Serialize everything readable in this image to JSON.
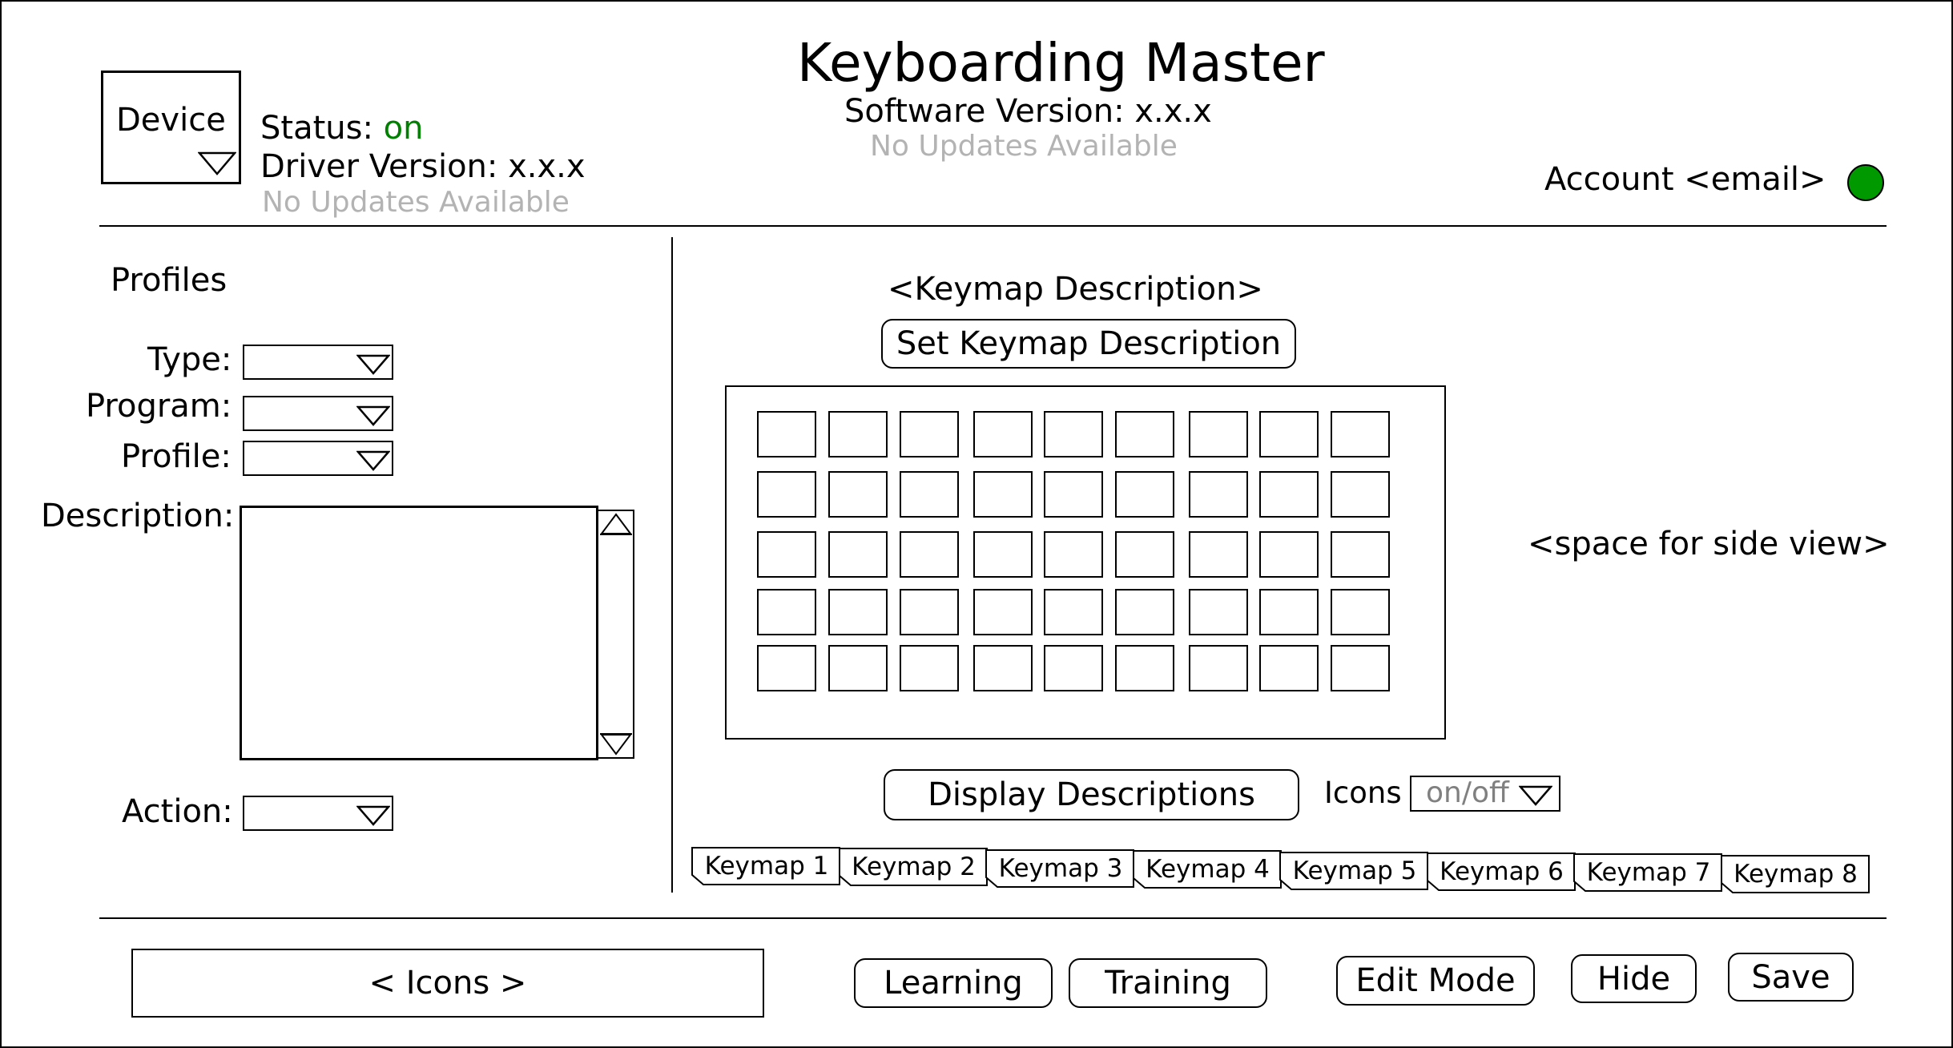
{
  "header": {
    "app_title": "Keyboarding Master",
    "software_version": "Software Version: x.x.x",
    "software_update_status": "No Updates Available",
    "device_label": "Device",
    "status_prefix": "Status: ",
    "status_value": "on",
    "status_color": "#008000",
    "driver_version": "Driver Version: x.x.x",
    "driver_update_status": "No Updates Available",
    "account_label": "Account <email>",
    "account_indicator_color": "#009900"
  },
  "profiles_panel": {
    "title": "Profiles",
    "type_label": "Type:",
    "program_label": "Program:",
    "profile_label": "Profile:",
    "description_label": "Description:",
    "action_label": "Action:",
    "icons": {
      "dropdown": "chevron-down-triangle-icon",
      "scroll_up": "scroll-up-arrow-icon",
      "scroll_down": "scroll-down-arrow-icon"
    }
  },
  "keymap_panel": {
    "description": "<Keymap Description>",
    "set_description_button": "Set Keymap Description",
    "side_view_placeholder": "<space for side view>",
    "display_descriptions_button": "Display Descriptions",
    "icons_label": "Icons",
    "icons_select_value": "on/off",
    "grid": {
      "rows": 5,
      "cols": 9
    },
    "tabs": [
      "Keymap 1",
      "Keymap 2",
      "Keymap 3",
      "Keymap 4",
      "Keymap 5",
      "Keymap 6",
      "Keymap 7",
      "Keymap 8"
    ]
  },
  "footer": {
    "icons_area": "< Icons >",
    "learning_button": "Learning",
    "training_button": "Training",
    "edit_mode_button": "Edit Mode",
    "hide_button": "Hide",
    "save_button": "Save"
  }
}
